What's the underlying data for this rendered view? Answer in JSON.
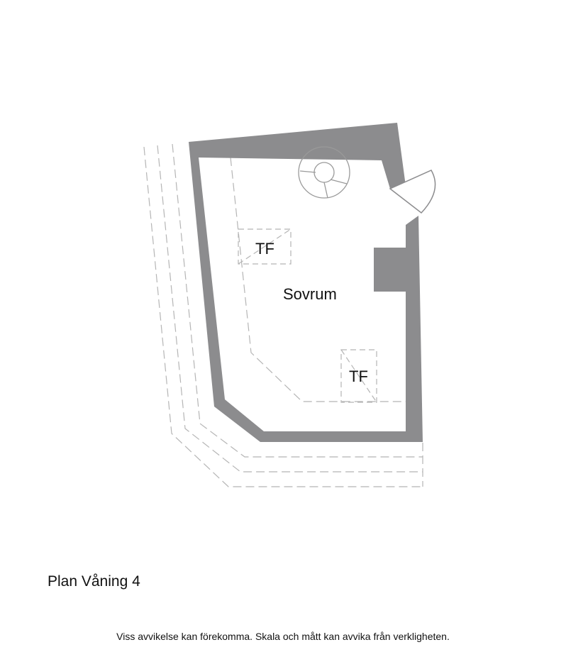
{
  "plan": {
    "room_name": "Sovrum",
    "markers": [
      "TF",
      "TF"
    ]
  },
  "floor_title": "Plan Våning 4",
  "disclaimer": "Viss avvikelse kan förekomma. Skala och mått kan avvika från verkligheten.",
  "colors": {
    "wall": "#8c8c8e",
    "dashed_lines": "#b5b5b5",
    "text": "#111111"
  }
}
